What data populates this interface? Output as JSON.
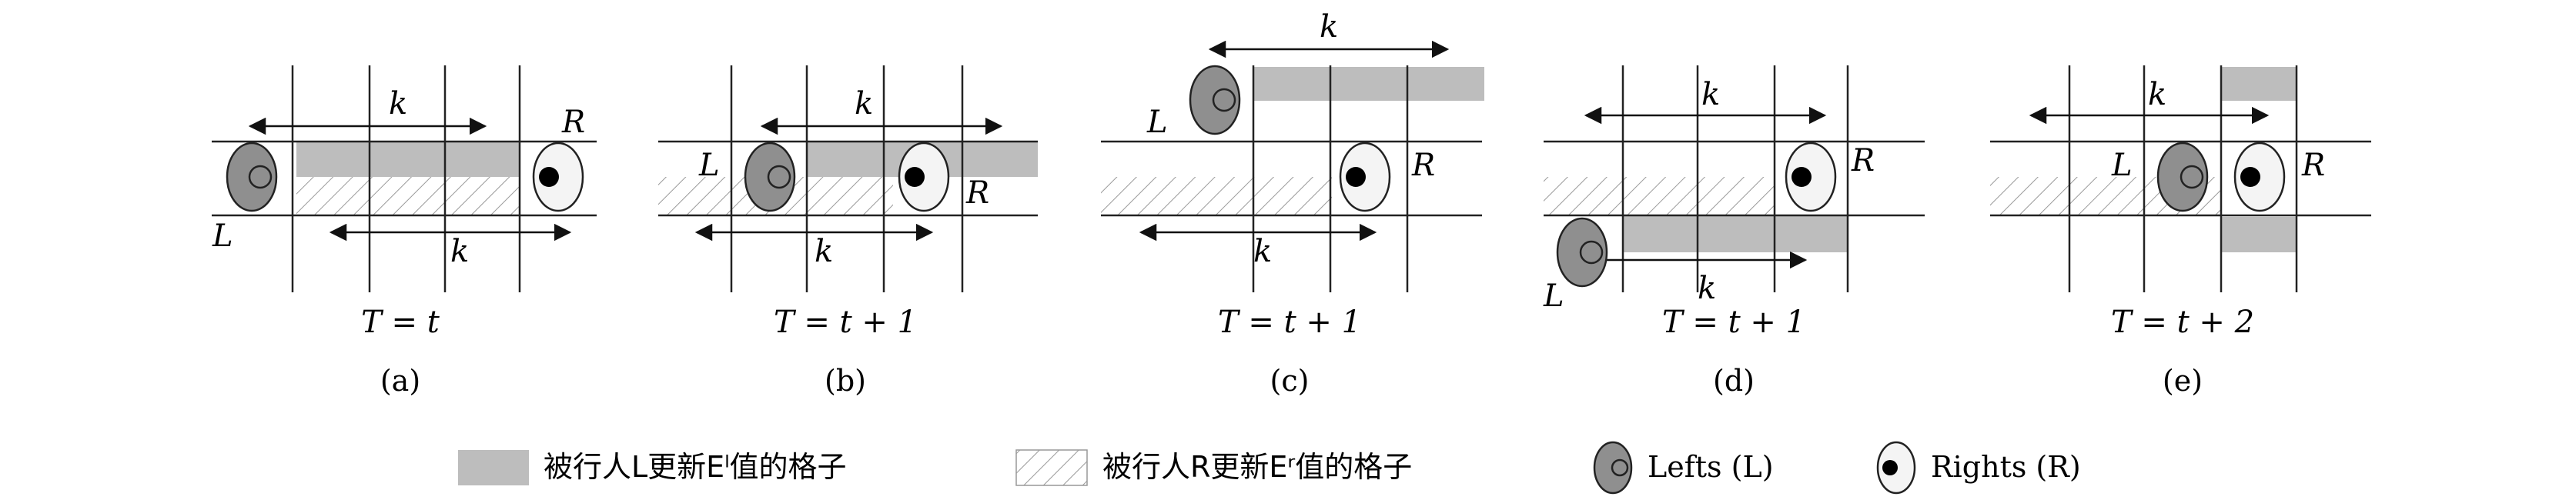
{
  "labels": {
    "k": "k",
    "L": "L",
    "R": "R"
  },
  "panels": [
    {
      "id": "a",
      "caption": "T = t",
      "sub": "(a)"
    },
    {
      "id": "b",
      "caption": "T = t + 1",
      "sub": "(b)"
    },
    {
      "id": "c",
      "caption": "T = t + 1",
      "sub": "(c)"
    },
    {
      "id": "d",
      "caption": "T = t + 1",
      "sub": "(d)"
    },
    {
      "id": "e",
      "caption": "T = t + 2",
      "sub": "(e)"
    }
  ],
  "legend": {
    "gray": "被行人L更新Eˡ值的格子",
    "hatch": "被行人R更新Eʳ值的格子",
    "lefts": "Lefts (L)",
    "rights": "Rights (R)"
  },
  "colors": {
    "gray_fill": "#bdbdbd",
    "left_fill": "#8f8f8f",
    "right_fill": "#f4f4f4",
    "line": "#222222"
  }
}
